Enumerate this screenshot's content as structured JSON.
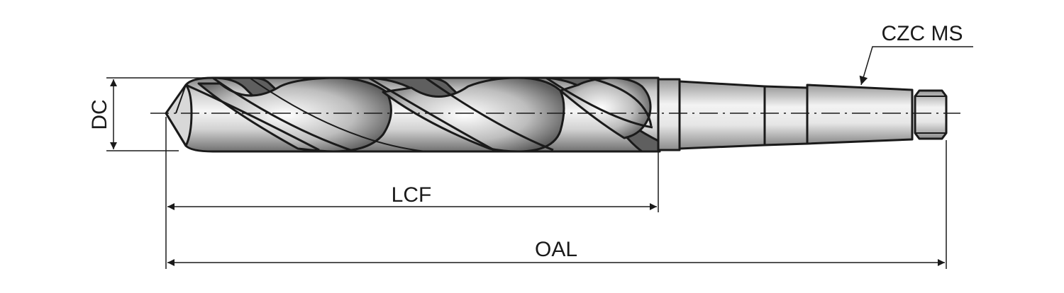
{
  "labels": {
    "dc": "DC",
    "lcf": "LCF",
    "oal": "OAL",
    "czc": "CZC MS"
  },
  "colors": {
    "outline": "#1a1a1a",
    "metal_light": "#f4f4f4",
    "metal_mid": "#c2c2c2",
    "metal_dark": "#6e6e6e"
  }
}
